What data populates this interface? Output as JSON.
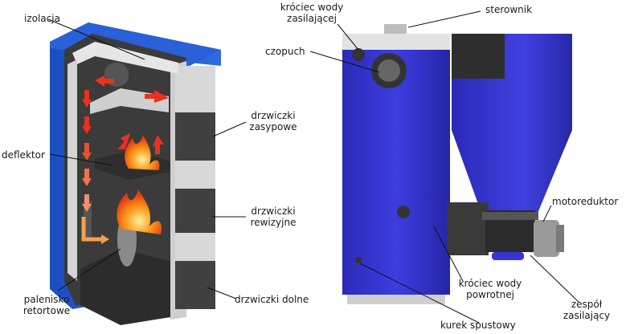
{
  "labels": {
    "izolacja": "izolacja",
    "deflektor": "deflektor",
    "palenisko_line1": "palenisko",
    "palenisko_line2": "retortowe",
    "drzwiczki_zasypowe_line1": "drzwiczki",
    "drzwiczki_zasypowe_line2": "zasypowe",
    "drzwiczki_rewizyjne_line1": "drzwiczki",
    "drzwiczki_rewizyjne_line2": "rewizyjne",
    "drzwiczki_dolne": "drzwiczki dolne",
    "krociec_zasilajacej_line1": "króciec wody",
    "krociec_zasilajacej_line2": "zasilającej",
    "czopuch": "czopuch",
    "sterownik": "sterownik",
    "motoreduktor": "motoreduktor",
    "krociec_powrotnej_line1": "króciec wody",
    "krociec_powrotnej_line2": "powrotnej",
    "zespol_line1": "zespół",
    "zespol_line2": "zasilający",
    "kurek_spustowy": "kurek spustowy"
  },
  "colors": {
    "boiler_blue": "#3535d6",
    "boiler_blue_dark": "#2222a0",
    "frame_blue": "#1e56c8",
    "insulation": "#c9c9c9",
    "dark_grey": "#3a3a3a",
    "flame": "#ff7a10",
    "arrow_red": "#e8321e",
    "arrow_orange": "#f5a04a"
  }
}
